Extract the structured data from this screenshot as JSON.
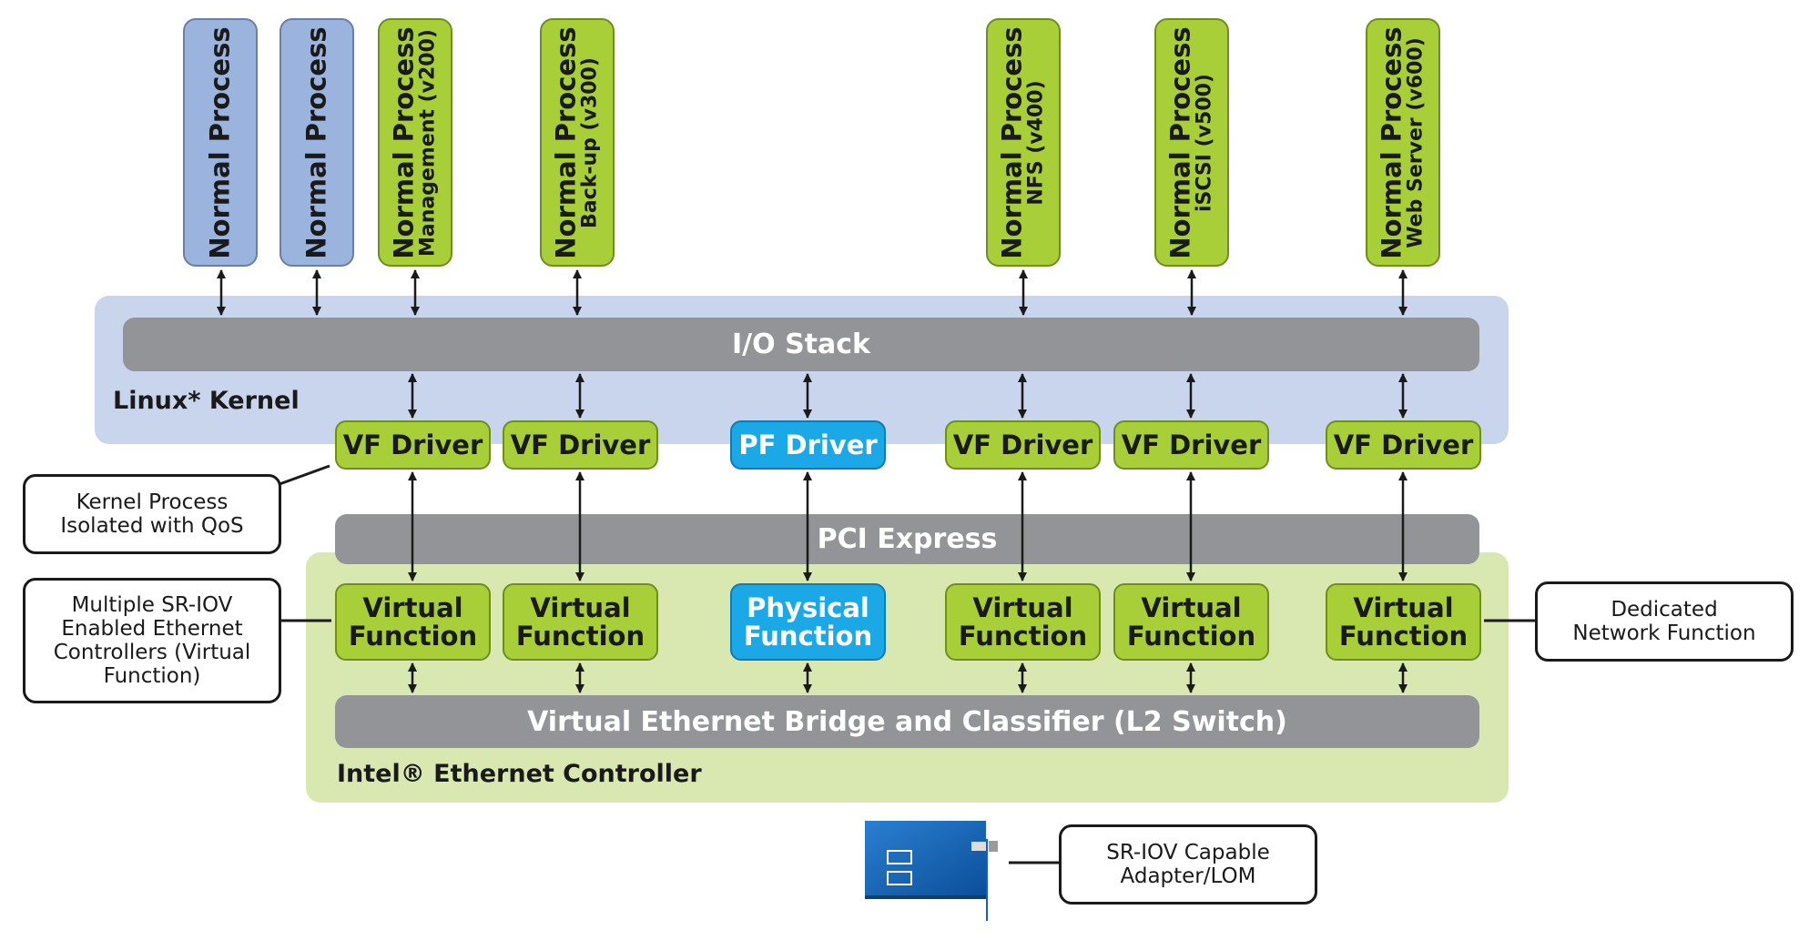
{
  "processes": [
    {
      "title": "Normal Process",
      "sub": ""
    },
    {
      "title": "Normal Process",
      "sub": ""
    },
    {
      "title": "Normal Process",
      "sub": "Management (v200)"
    },
    {
      "title": "Normal Process",
      "sub": "Back-up (v300)"
    },
    {
      "title": "Normal Process",
      "sub": "NFS (v400)"
    },
    {
      "title": "Normal Process",
      "sub": "iSCSI (v500)"
    },
    {
      "title": "Normal Process",
      "sub": "Web Server (v600)"
    }
  ],
  "layers": {
    "io_stack": "I/O Stack",
    "kernel": "Linux* Kernel",
    "pci": "PCI Express",
    "bridge": "Virtual Ethernet Bridge and Classifier (L2 Switch)",
    "controller": "Intel® Ethernet Controller"
  },
  "drivers": [
    "VF Driver",
    "VF Driver",
    "PF Driver",
    "VF Driver",
    "VF Driver",
    "VF Driver"
  ],
  "functions": [
    "Virtual Function",
    "Virtual Function",
    "Physical Function",
    "Virtual Function",
    "Virtual Function",
    "Virtual Function"
  ],
  "callouts": {
    "kernel_process": "Kernel Process Isolated with QoS",
    "multiple_sriov": "Multiple SR-IOV Enabled Ethernet Controllers (Virtual Function)",
    "dedicated": "Dedicated Network Function",
    "adapter": "SR-IOV Capable Adapter/LOM"
  },
  "colors": {
    "process_blue": "#9bb4dd",
    "function_green": "#a8cf38",
    "pf_blue": "#1aa8e6",
    "bar_gray": "#929497",
    "kernel_bg": "#c8d5ec",
    "controller_bg": "#d8e8b0"
  },
  "icons": {
    "adapter": "network-adapter-card-icon"
  }
}
